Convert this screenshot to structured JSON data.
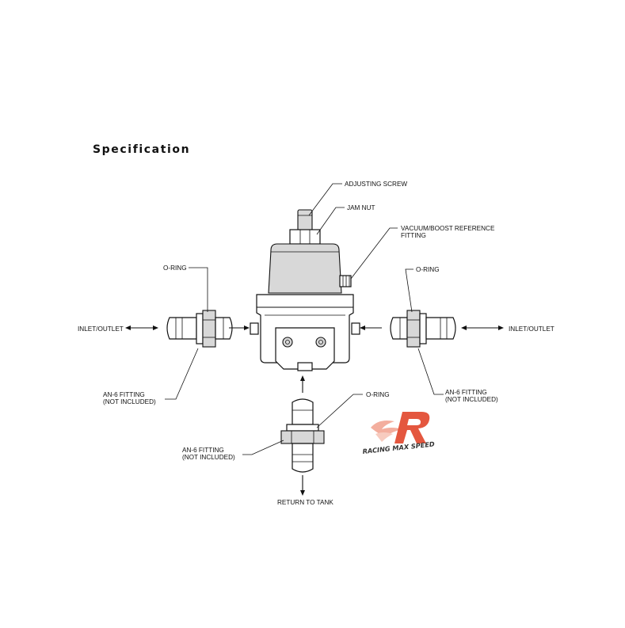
{
  "heading": "Specification",
  "labels": {
    "adjusting_screw": "ADJUSTING SCREW",
    "jam_nut": "JAM NUT",
    "vacuum_line1": "VACUUM/BOOST REFERENCE",
    "vacuum_line2": "FITTING",
    "oring_left": "O-RING",
    "oring_right": "O-RING",
    "oring_bottom": "O-RING",
    "inlet_left": "INLET/OUTLET",
    "inlet_right": "INLET/OUTLET",
    "an6_left_line1": "AN-6 FITTING",
    "an6_left_line2": "(NOT INCLUDED)",
    "an6_right_line1": "AN-6 FITTING",
    "an6_right_line2": "(NOT INCLUDED)",
    "an6_bottom_line1": "AN-6 FITTING",
    "an6_bottom_line2": "(NOT INCLUDED)",
    "return": "RETURN TO TANK"
  },
  "watermark": {
    "text": "RACING MAX SPEED",
    "accent_color": "#e03a1e"
  }
}
